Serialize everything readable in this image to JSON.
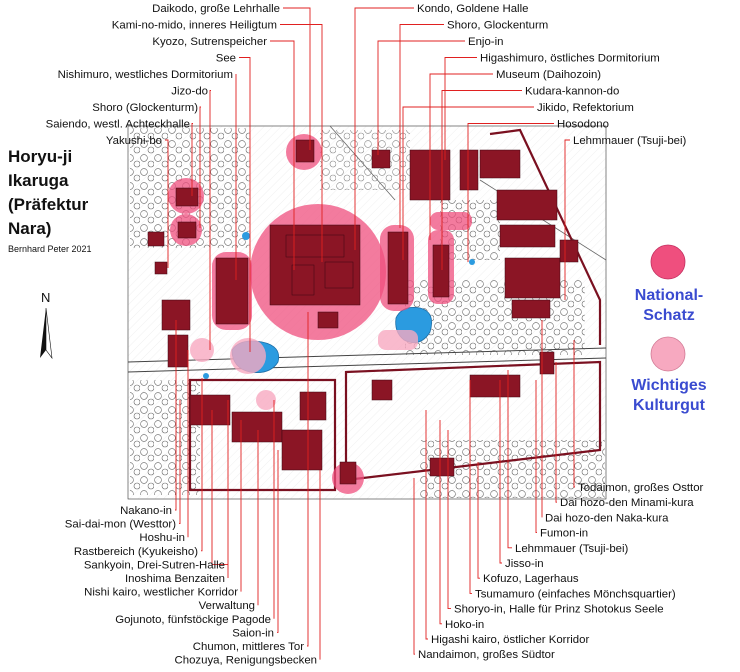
{
  "title": {
    "lines": [
      "Horyu-ji",
      "Ikaruga",
      "(Präfektur",
      "Nara)"
    ],
    "credit": "Bernhard Peter 2021"
  },
  "north_label": "N",
  "legend": {
    "national": {
      "line1": "National-",
      "line2": "Schatz",
      "color": "#ef4f7e"
    },
    "important": {
      "line1": "Wichtiges",
      "line2": "Kulturgut",
      "color": "#f7a9c0"
    },
    "text_color": "#3a4bd0"
  },
  "colors": {
    "building": "#8b1525",
    "leader": "#e02020",
    "water": "#2b9be0",
    "wall": "#7a1020"
  },
  "labels_left_top": [
    "Daikodo, große Lehrhalle",
    "Kami-no-mido, inneres Heiligtum",
    "Kyozo, Sutrenspeicher",
    "See",
    "Nishimuro, westliches Dormitorium",
    "Jizo-do",
    "Shoro (Glockenturm)",
    "Saiendo, westl. Achteckhalle",
    "Yakushi-bo"
  ],
  "labels_right_top": [
    "Kondo, Goldene Halle",
    "Shoro, Glockenturm",
    "Enjo-in",
    "Higashimuro, östliches Dormitorium",
    "Museum (Daihozoin)",
    "Kudara-kannon-do",
    "Jikido, Refektorium",
    "Hosodono",
    "Lehmmauer (Tsuji-bei)"
  ],
  "labels_left_bottom": [
    "Nakano-in",
    "Sai-dai-mon (Westtor)",
    "Hoshu-in",
    "Rastbereich (Kyukeisho)",
    "Sankyoin, Drei-Sutren-Halle",
    "Inoshima Benzaiten",
    "Nishi kairo, westlicher Korridor",
    "Verwaltung",
    "Gojunoto, fünfstöckige Pagode",
    "Saion-in",
    "Chumon, mittleres Tor",
    "Chozuya, Renigungsbecken"
  ],
  "labels_right_bottom": [
    "Todaimon, großes Osttor",
    "Dai hozo-den Minami-kura",
    "Dai hozo-den Naka-kura",
    "Fumon-in",
    "Lehmmauer (Tsuji-bei)",
    "Jisso-in",
    "Kofuzo, Lagerhaus",
    "Tsumamuro (einfaches Mönchsquartier)",
    "Shoryo-in, Halle für Prinz Shotokus Seele",
    "Hoko-in",
    "Higashi kairo, östlicher Korridor",
    "Nandaimon, großes Südtor"
  ]
}
